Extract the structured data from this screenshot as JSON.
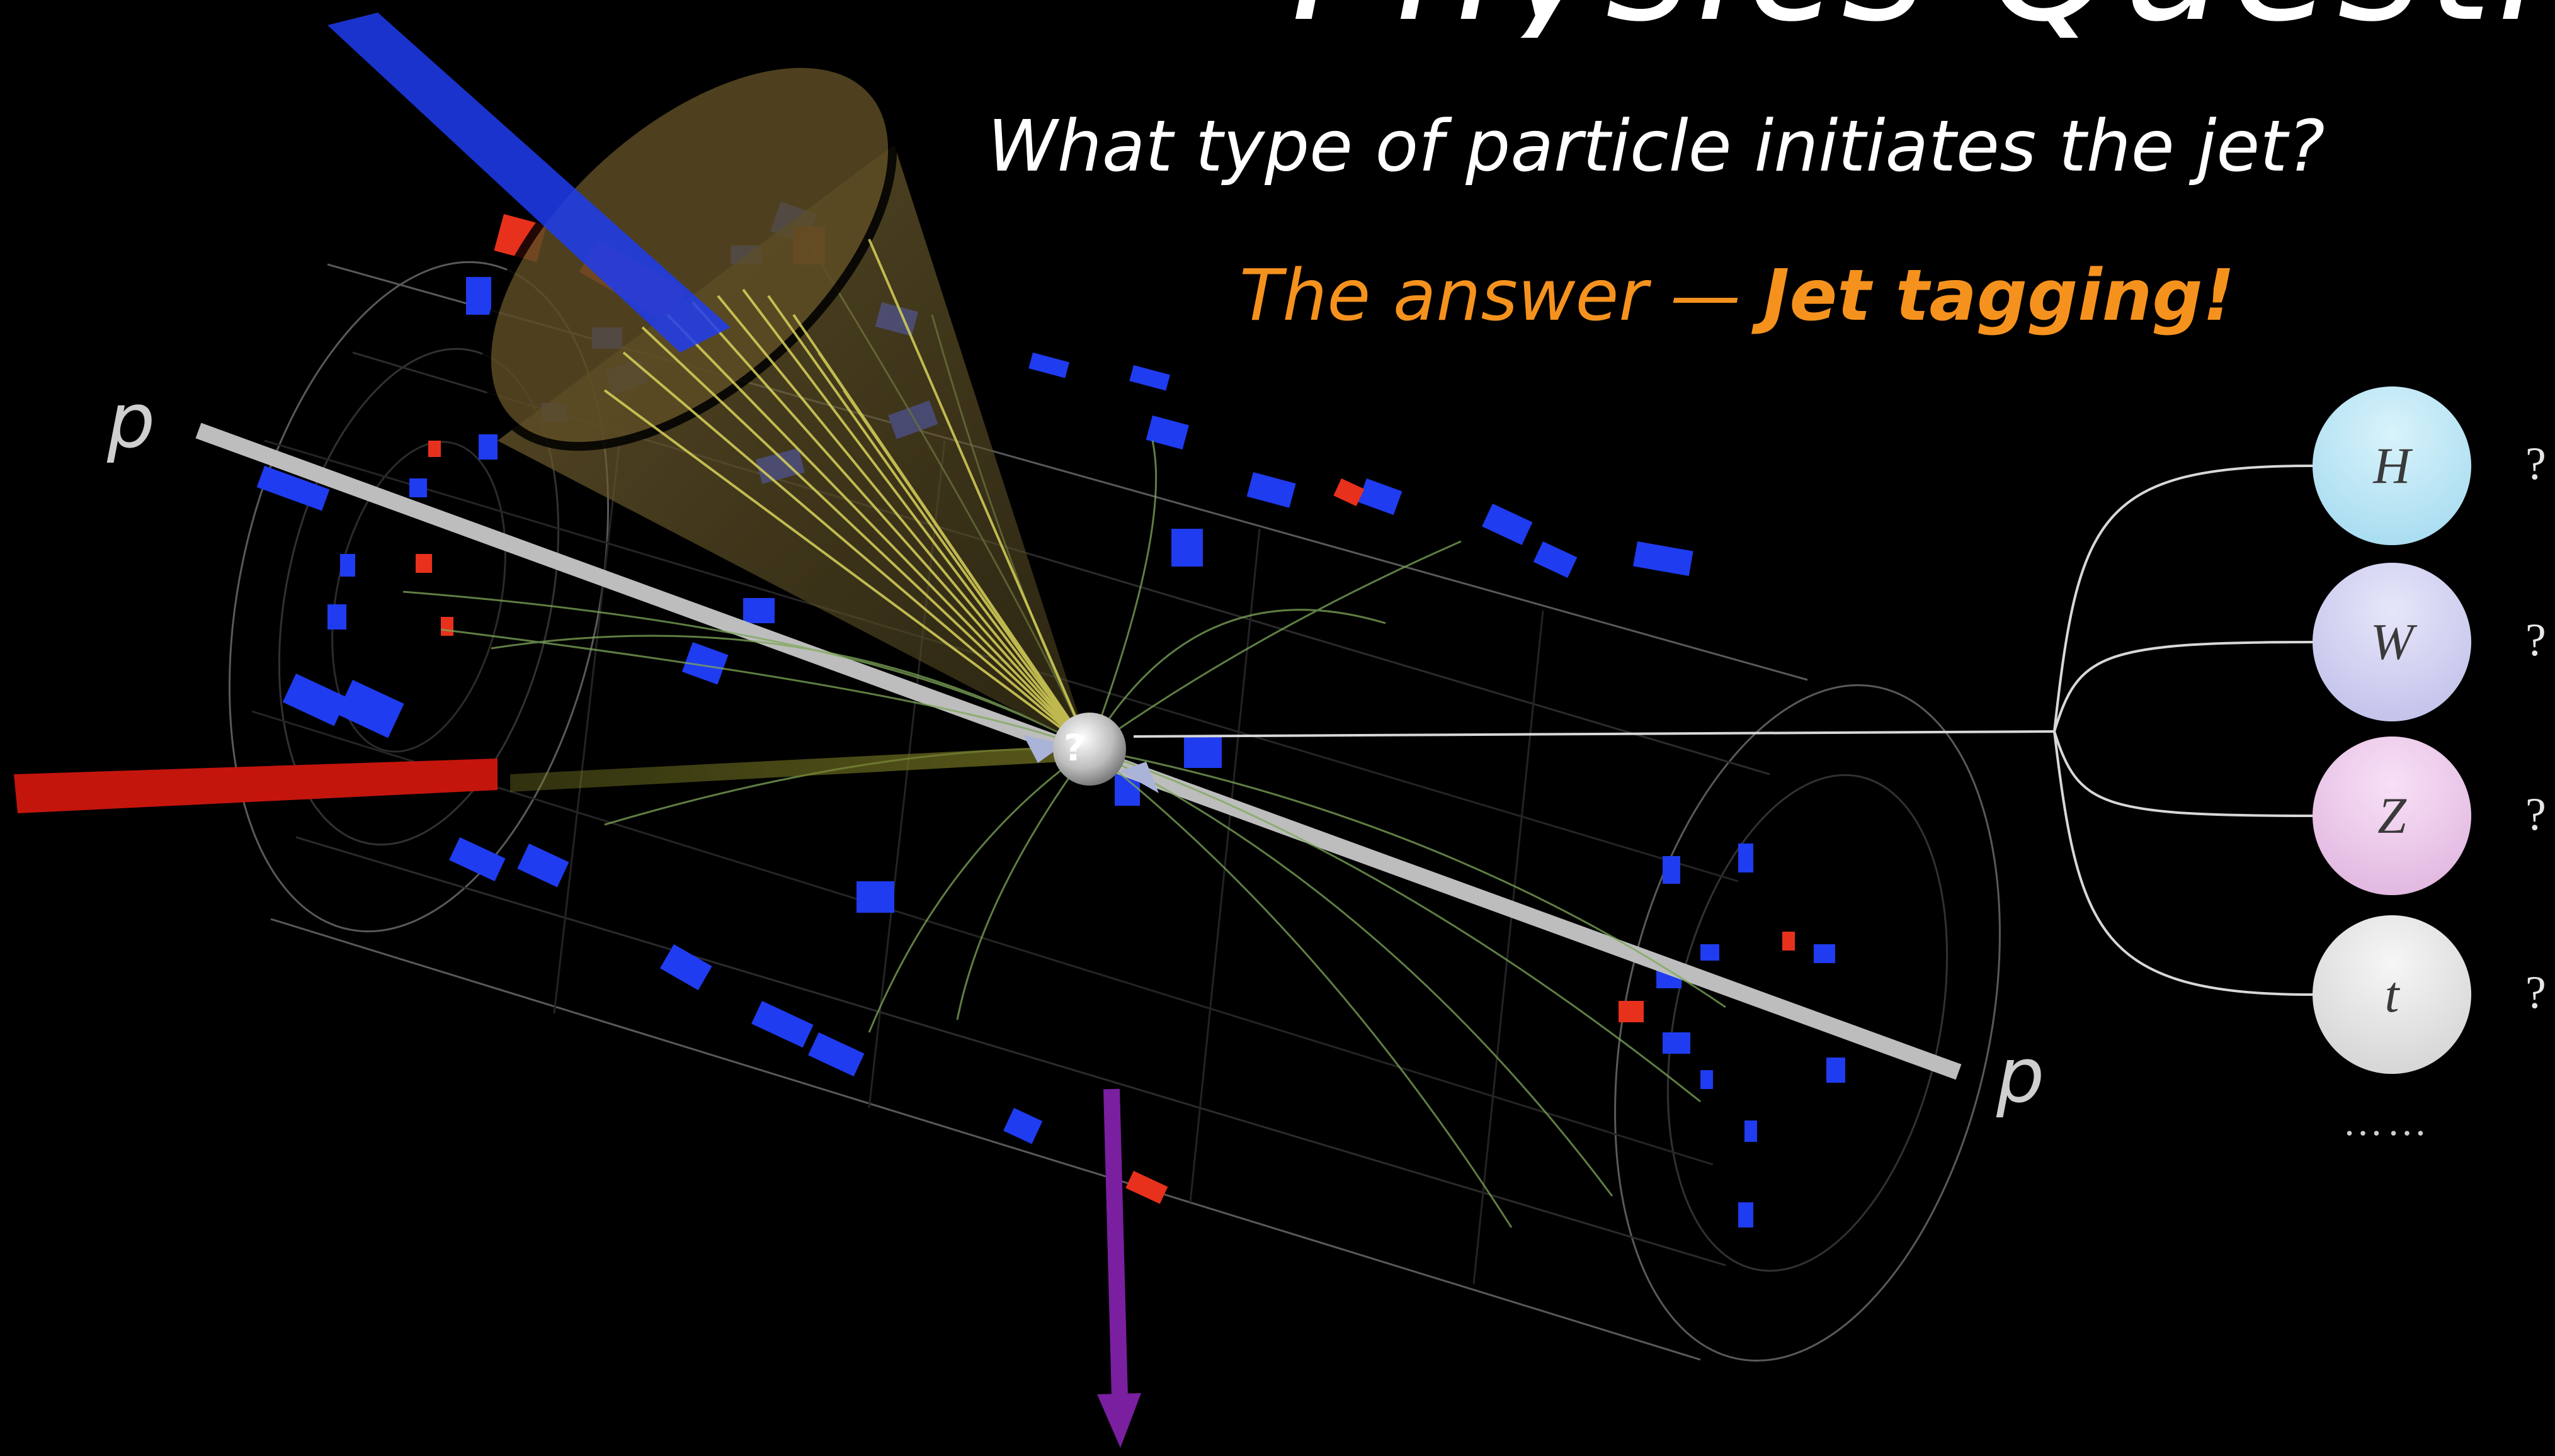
{
  "slide": {
    "heading": "Physics Question",
    "question": "What type of particle initiates the jet?",
    "answer_prefix": "The answer — ",
    "answer_emphasis": "Jet tagging!",
    "proton_label": "p",
    "vertex_label": "?"
  },
  "candidates": [
    {
      "symbol": "H",
      "mark": "?",
      "color": "#bfe8f6"
    },
    {
      "symbol": "W",
      "mark": "?",
      "color": "#d4d4f4"
    },
    {
      "symbol": "Z",
      "mark": "?",
      "color": "#f0cdee"
    },
    {
      "symbol": "t",
      "mark": "?",
      "color": "#e8e8e8"
    }
  ],
  "more": "……",
  "colors": {
    "background": "#000000",
    "answer": "#f5921e",
    "calo_blue": "#1f3cf0",
    "calo_red": "#e8311c",
    "jet_cone": "#6b5a2e",
    "met_arrow": "#7a1fa0",
    "beam": "#bdbdbd"
  }
}
